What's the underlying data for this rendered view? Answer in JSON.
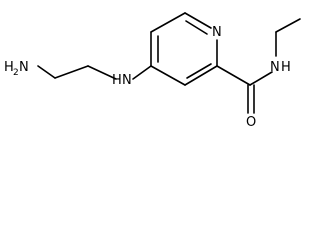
{
  "molecule": {
    "labels": {
      "amine": "H",
      "amine_sub": "2",
      "amine_n": "N",
      "linker_nh": "H",
      "linker_n": "N",
      "ring_n": "N",
      "amide_o": "O",
      "amide_n": "N",
      "amide_h": "H"
    }
  }
}
